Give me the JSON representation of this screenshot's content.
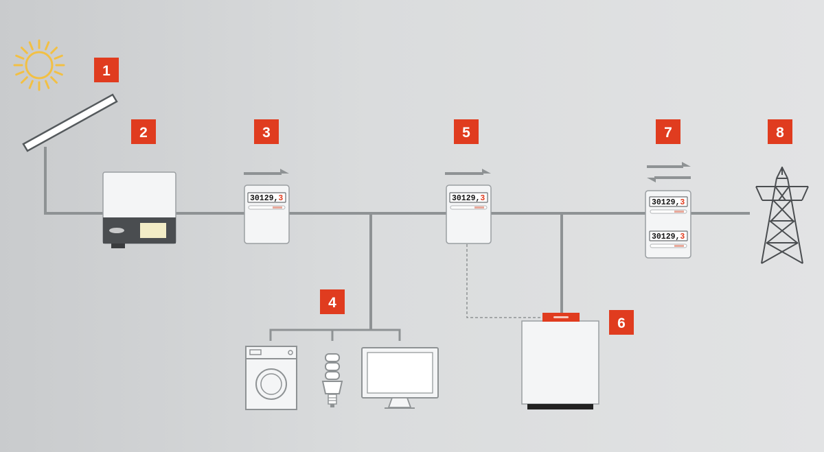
{
  "badges": [
    "1",
    "2",
    "3",
    "4",
    "5",
    "6",
    "7",
    "8"
  ],
  "meter_reading": {
    "main": "30129,",
    "last": "3"
  },
  "colors": {
    "accent": "#e03c1f",
    "wire": "#8e9294",
    "sun": "#f2c044",
    "inverter_dark": "#4a4d50",
    "inverter_display": "#f2ecc6",
    "storage_base": "#222222"
  },
  "icons": [
    "sun-icon",
    "solar-panel-icon",
    "inverter-icon",
    "meter-icon",
    "washing-machine-icon",
    "lightbulb-icon",
    "monitor-icon",
    "battery-storage-icon",
    "power-pylon-icon",
    "arrow-right-icon",
    "arrows-bidirectional-icon"
  ]
}
